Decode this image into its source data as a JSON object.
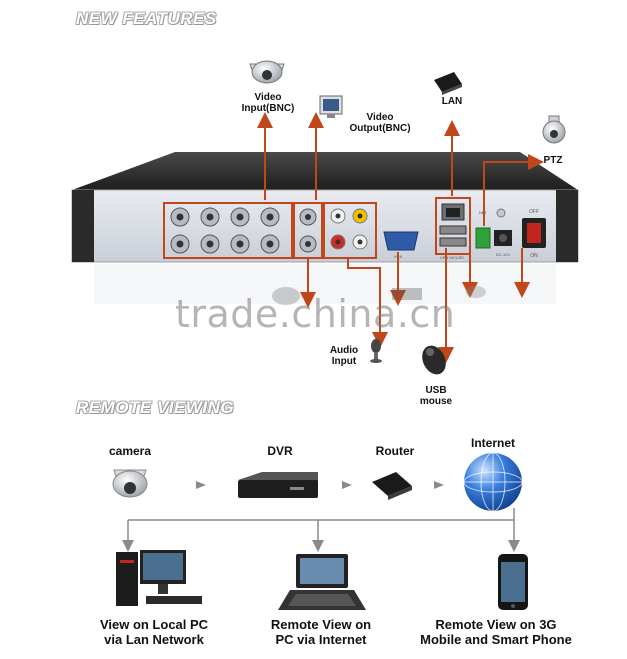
{
  "sections": {
    "new_features": "NEW FEATURES",
    "remote_viewing": "REMOTE VIEWING"
  },
  "features": {
    "video_input": "Video\nInput(BNC)",
    "video_output": "Video\nOutput(BNC)",
    "lan": "LAN",
    "ptz": "PTZ",
    "audio_input": "Audio\nInput",
    "usb_mouse": "USB\nmouse"
  },
  "remote": {
    "camera": "camera",
    "dvr": "DVR",
    "router": "Router",
    "internet": "Internet",
    "local_pc": "View on Local PC\nvia Lan Network",
    "remote_pc": "Remote View on\nPC via Internet",
    "mobile": "Remote View on 3G\nMobile and Smart Phone"
  },
  "panel_labels": {
    "off": "OFF",
    "on": "ON",
    "dc": "DC-12V",
    "vga": "VGA",
    "usb": "USB MOUSE",
    "net": "NET"
  },
  "watermark": "trade.china.cn",
  "colors": {
    "arrow_red": "#c0461c",
    "arrow_gray": "#8a8a8a",
    "dvr_body": "#2b2b2b",
    "panel": "#dfe3ea",
    "globe": "#2f6fd0"
  }
}
